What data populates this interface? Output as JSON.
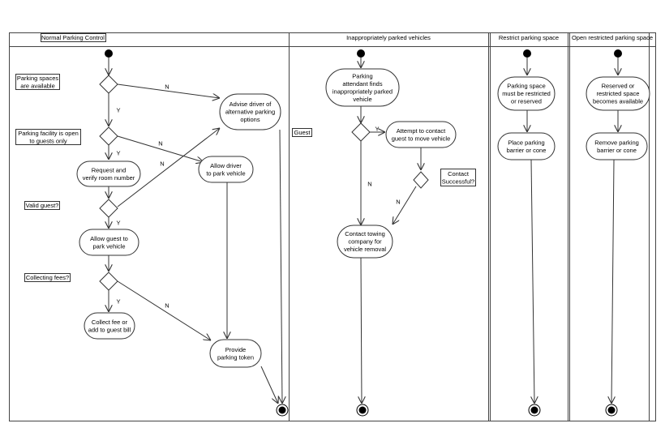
{
  "lanes": {
    "normal": "Normal Parking Control",
    "inappropriate": "Inappropriately parked vehicles",
    "restrict": "Restrict parking space",
    "open": "Open restricted parking space"
  },
  "notes": {
    "spaces_available": [
      "Parking spaces",
      "are available"
    ],
    "open_to_guests": [
      "Parking facility is open",
      "to guests only"
    ],
    "valid_guest": [
      "Valid guest?"
    ],
    "collecting_fees": [
      "Collecting fees?"
    ],
    "guest": [
      "Guest"
    ],
    "contact_successful": [
      "Contact",
      "Successful?"
    ]
  },
  "activities": {
    "advise": [
      "Advise driver of",
      "alternative parking",
      "options"
    ],
    "request_room": [
      "Request and",
      "verify room number"
    ],
    "allow_driver": [
      "Allow driver",
      "to park vehicle"
    ],
    "allow_guest": [
      "Allow guest to",
      "park vehicle"
    ],
    "collect_fee": [
      "Collect fee or",
      "add to guest bill"
    ],
    "provide_token": [
      "Provide",
      "parking token"
    ],
    "attendant_finds": [
      "Parking",
      "attendant finds",
      "inappropriately parked",
      "vehicle"
    ],
    "attempt_contact": [
      "Attempt to contact",
      "guest to move vehicle"
    ],
    "contact_towing": [
      "Contact towing",
      "company for",
      "vehicle removal"
    ],
    "must_restrict": [
      "Parking space",
      "must be restricted",
      "or reserved"
    ],
    "place_barrier": [
      "Place parking",
      "barrier or cone"
    ],
    "reserved_available": [
      "Reserved or",
      "restricted space",
      "becomes available"
    ],
    "remove_barrier": [
      "Remove parking",
      "barrier or cone"
    ]
  },
  "guards": {
    "n1": "N",
    "y1": "Y",
    "n2": "N",
    "y2": "Y",
    "n3": "N",
    "y3": "Y",
    "y4": "Y",
    "n4": "N",
    "y5": "Y",
    "n5": "N",
    "n6": "N"
  }
}
